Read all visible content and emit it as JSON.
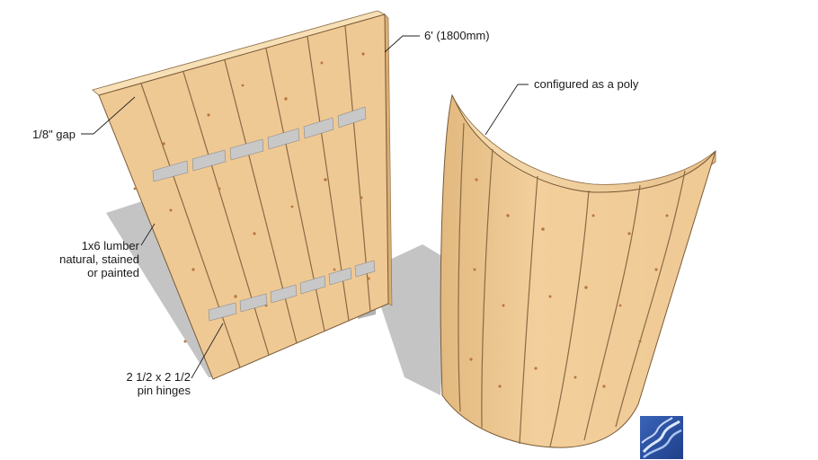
{
  "annotations": {
    "height": "6' (1800mm)",
    "configured": "configured as a poly",
    "gap": "1/8\" gap",
    "lumber_line1": "1x6 lumber",
    "lumber_line2": "natural, stained",
    "lumber_line3": "or painted",
    "hinges_line1": "2 1/2 x 2 1/2",
    "hinges_line2": "pin hinges"
  },
  "colors": {
    "wood": "#efc994",
    "wood_dark": "#d9ae74",
    "seam": "#8a6a44",
    "knot": "#b8783a",
    "shadow": "#c4c4c4",
    "leader": "#222222"
  },
  "logo": {
    "icon": "sketchup-warehouse-logo-icon"
  }
}
